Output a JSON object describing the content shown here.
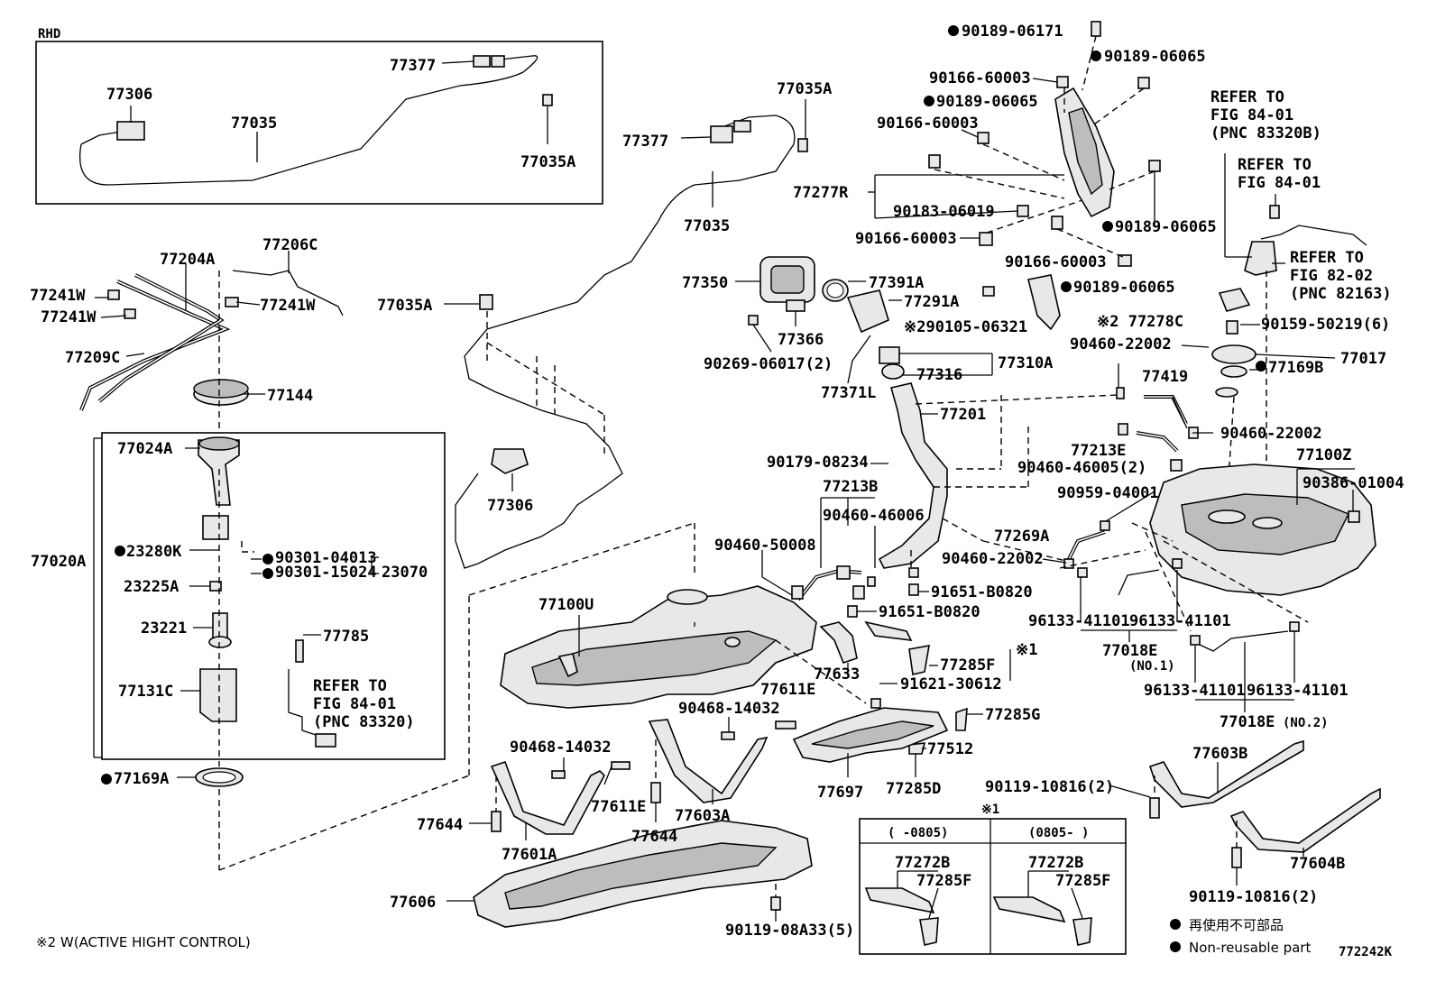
{
  "labels": {
    "rhd": "RHD",
    "p77377_rhd": "77377",
    "p77306_rhd": "77306",
    "p77035_rhd": "77035",
    "p77035a_rhd": "77035A",
    "p77035a_top": "77035A",
    "p77377": "77377",
    "p77035": "77035",
    "p77035a_mid": "77035A",
    "p77306": "77306",
    "p77204a": "77204A",
    "p77206c": "77206C",
    "p77241w_1": "77241W",
    "p77241w_2": "77241W",
    "p77241w_3": "77241W",
    "p77209c": "77209C",
    "p77144": "77144",
    "p77024a": "77024A",
    "p77020a": "77020A",
    "p23280k": "23280K",
    "p90301_04013": "90301-04013",
    "p90301_15024": "90301-15024",
    "p23070": "23070",
    "p23225a": "23225A",
    "p23221": "23221",
    "p77785": "77785",
    "p77131c": "77131C",
    "refer_to_1": "REFER TO",
    "fig_84_01_a": "FIG 84-01",
    "pnc_83320": "(PNC 83320)",
    "p77169a": "77169A",
    "p90189_06171": "90189-06171",
    "p90166_60003_a": "90166-60003",
    "p90189_06065_a": "90189-06065",
    "p90189_06065_b": "90189-06065",
    "p90166_60003_b": "90166-60003",
    "p77277r": "77277R",
    "p90183_06019": "90183-06019",
    "p90189_06065_c": "90189-06065",
    "p90166_60003_c": "90166-60003",
    "p90166_60003_d": "90166-60003",
    "p90189_06065_d": "90189-06065",
    "refer_to_2": "REFER TO",
    "fig_84_01_b": "FIG 84-01",
    "pnc_83320b": "(PNC 83320B)",
    "refer_to_3": "REFER TO",
    "fig_84_01_c": "FIG 84-01",
    "refer_to_4": "REFER TO",
    "fig_82_02": "FIG 82-02",
    "pnc_82163": "(PNC 82163)",
    "p77350": "77350",
    "p77391a": "77391A",
    "p77291a": "77291A",
    "p290105_06321": "※290105-06321",
    "p77278c": "※2 77278C",
    "p77366": "77366",
    "p90269_06017": "90269-06017(2)",
    "p90159_50219": "90159-50219(6)",
    "p90460_22002_a": "90460-22002",
    "p77017": "77017",
    "p77169b": "77169B",
    "p77316": "77316",
    "p77310a": "77310A",
    "p77371l": "77371L",
    "p77419": "77419",
    "p77201": "77201",
    "p90460_22002_b": "90460-22002",
    "p77213e": "77213E",
    "p77100z": "77100Z",
    "p90179_08234": "90179-08234",
    "p90460_46005": "90460-46005(2)",
    "p90386_01004": "90386-01004",
    "p77213b": "77213B",
    "p90959_04001": "90959-04001",
    "p90460_46006": "90460-46006",
    "p77269a": "77269A",
    "p90460_50008": "90460-50008",
    "p90460_22002_c": "90460-22002",
    "p91651_b0820_a": "91651-B0820",
    "p77100u": "77100U",
    "p91651_b0820_b": "91651-B0820",
    "p96133_a": "96133-41101",
    "p96133_b": "96133-41101",
    "p77018e_1": "77018E",
    "no1": "(NO.1)",
    "mark_1a": "※1",
    "p77285f": "77285F",
    "p77633": "77633",
    "p91621_30612": "91621-30612",
    "p77611e_a": "77611E",
    "p96133_c": "96133-41101",
    "p96133_d": "96133-41101",
    "p90468_14032_a": "90468-14032",
    "p77285g": "77285G",
    "p77018e_2": "77018E",
    "no2": "(NO.2)",
    "p77512": "77512",
    "p90468_14032_b": "90468-14032",
    "p77603b": "77603B",
    "p77697": "77697",
    "p77285d": "77285D",
    "p90119_10816_a": "90119-10816(2)",
    "p77611e_b": "77611E",
    "p77603a": "77603A",
    "p77644_a": "77644",
    "p77644_b": "77644",
    "p77601a": "77601A",
    "mark_1b": "※1",
    "range_a": "(   -0805)",
    "range_b": "(0805-   )",
    "p77272b_a": "77272B",
    "p77285f_a": "77285F",
    "p77272b_b": "77272B",
    "p77285f_b": "77285F",
    "p77604b": "77604B",
    "p77606": "77606",
    "p90119_08a33": "90119-08A33(5)",
    "p90119_10816_b": "90119-10816(2)",
    "note_active": "※2 W(ACTIVE HIGHT CONTROL)",
    "legend_jp": "再使用不可部品",
    "legend_en": "Non-reusable part",
    "fig_code": "772242K"
  },
  "legend": {
    "non_reusable_marker": "filled-circle"
  },
  "colors": {
    "line": "#000000",
    "part_fill": "#e8e8e8",
    "background": "#ffffff"
  }
}
